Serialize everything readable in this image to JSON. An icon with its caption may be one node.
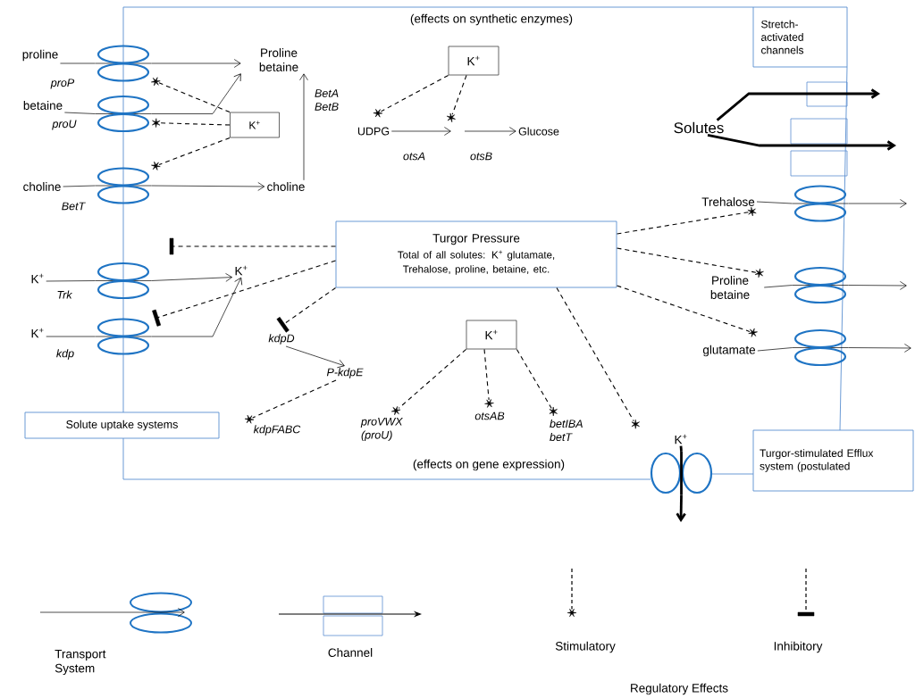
{
  "diagram": {
    "nodes": [
      {
        "text": [
          "proline"
        ]
      },
      {
        "text": [
          "Proline betaine"
        ]
      },
      {
        "text": [
          "betaine"
        ]
      },
      {
        "text": [
          "K$^{+}$"
        ]
      },
      {
        "text": [
          "choline"
        ]
      },
      {
        "text": [
          "choline"
        ]
      },
      {
        "text": [
          "K$^{+}$"
        ]
      },
      {
        "text": [
          "K$^{+}$"
        ]
      },
      {
        "text": [
          "K$^{+}$"
        ]
      },
      {
        "text": [
          "Turgor Pressure",
          "Total of all solutes: K$^{+}$ glutamate, Trehalose, proline, betaine, etc."
        ]
      },
      {
        "text": [
          "kdpD"
        ]
      },
      {
        "text": [
          "P-kdpE"
        ]
      },
      {
        "text": [
          "kdpFABC"
        ]
      },
      {
        "text": [
          "K$^{+}$"
        ]
      },
      {
        "text": [
          "proVWX (proU)"
        ]
      },
      {
        "text": [
          "otsAB"
        ]
      },
      {
        "text": [
          "betIBA betT"
        ]
      },
      {
        "text": [
          "K$^{+}$"
        ]
      },
      {
        "text": [
          "UDPG"
        ]
      },
      {
        "text": [
          "Glucose"
        ]
      },
      {
        "text": [
          "Stretch-activated channels"
        ]
      },
      {
        "text": [
          "Solutes"
        ]
      },
      {
        "text": [
          "Trehalose"
        ]
      },
      {
        "text": [
          "Proline betaine"
        ]
      },
      {
        "text": [
          "glutamate"
        ]
      },
      {
        "text": [
          "K$^{+}$"
        ]
      },
      {
        "text": [
          "Turgor-stimulated Efflux system (postulated"
        ]
      },
      {
        "text": [
          "Solute uptake systems"
        ]
      },
      {
        "text": [],
        "shape": "ellipse"
      },
      {
        "text": [],
        "shape": "ellipse"
      },
      {
        "text": [],
        "shape": "ellipse",
        "beside": [
          "BetT"
        ]
      },
      {
        "text": [],
        "shape": "ellipse",
        "beside": [
          "Trk"
        ]
      },
      {
        "text": [],
        "shape": "ellipse",
        "beside": [
          "kdp"
        ]
      },
      {
        "text": [],
        "shape": "ellipse"
      },
      {
        "text": [],
        "shape": "ellipse"
      },
      {
        "text": [],
        "shape": "ellipse"
      },
      {
        "text": [],
        "shape": "ellipse"
      }
    ],
    "edges": [
      {
        "from": 0,
        "to": 28,
        "arrow": "none"
      },
      {
        "from": 28,
        "to": 1,
        "arrow": "to"
      },
      {
        "from": 2,
        "to": 29,
        "arrow": "none"
      },
      {
        "from": 29,
        "to": 1,
        "arrow": "to"
      },
      {
        "from": 4,
        "to": 30,
        "arrow": "none"
      },
      {
        "from": 30,
        "to": 5,
        "arrow": "to"
      },
      {
        "from": 5,
        "to": 1,
        "arrow": "to",
        "label": "BetA BetB"
      },
      {
        "from": 6,
        "to": 31,
        "arrow": "none"
      },
      {
        "from": 31,
        "to": 7,
        "arrow": "to"
      },
      {
        "from": 8,
        "to": 32,
        "arrow": "none"
      },
      {
        "from": 32,
        "to": 7,
        "arrow": "to"
      },
      {
        "from": 3,
        "to": 28,
        "arrow": "other",
        "style": "dashed"
      },
      {
        "from": 3,
        "to": 29,
        "arrow": "other",
        "style": "dashed"
      },
      {
        "from": 3,
        "to": 30,
        "arrow": "other",
        "style": "dashed"
      },
      {
        "from": 17,
        "to": 18,
        "arrow": "other",
        "style": "dashed"
      },
      {
        "from": 17,
        "to": null,
        "arrow": "other",
        "style": "dashed"
      },
      {
        "from": 18,
        "to": null,
        "arrow": "to",
        "label": "otsA"
      },
      {
        "from": null,
        "to": 19,
        "arrow": "to",
        "label": "otsB"
      },
      {
        "from": 9,
        "to": null,
        "arrow": "other",
        "style": "dashed"
      },
      {
        "from": 9,
        "to": 32,
        "arrow": "other",
        "style": "dashed"
      },
      {
        "from": 9,
        "to": 10,
        "arrow": "other",
        "style": "dashed"
      },
      {
        "from": 10,
        "to": 11,
        "arrow": "to"
      },
      {
        "from": 11,
        "to": 12,
        "arrow": "other",
        "style": "dashed"
      },
      {
        "from": 13,
        "to": 14,
        "arrow": "other",
        "style": "dashed"
      },
      {
        "from": 13,
        "to": 15,
        "arrow": "other",
        "style": "dashed"
      },
      {
        "from": 13,
        "to": 16,
        "arrow": "other",
        "style": "dashed"
      },
      {
        "from": 9,
        "to": 22,
        "arrow": "other",
        "style": "dashed"
      },
      {
        "from": 9,
        "to": 23,
        "arrow": "other",
        "style": "dashed"
      },
      {
        "from": 9,
        "to": 24,
        "arrow": "other",
        "style": "dashed"
      },
      {
        "from": 9,
        "to": null,
        "arrow": "other",
        "style": "dashed"
      },
      {
        "from": 21,
        "to": null,
        "arrow": "to",
        "style": "thick"
      },
      {
        "from": 21,
        "to": null,
        "arrow": "to",
        "style": "thick"
      },
      {
        "from": 22,
        "to": 33,
        "arrow": "none"
      },
      {
        "from": 33,
        "to": null,
        "arrow": "to"
      },
      {
        "from": 23,
        "to": 34,
        "arrow": "none"
      },
      {
        "from": 34,
        "to": null,
        "arrow": "to"
      },
      {
        "from": 24,
        "to": 35,
        "arrow": "none"
      },
      {
        "from": 35,
        "to": null,
        "arrow": "to"
      },
      {
        "from": 25,
        "to": 36,
        "arrow": "none",
        "style": "thick"
      },
      {
        "from": 36,
        "to": null,
        "arrow": "to",
        "style": "thick"
      }
    ],
    "labels": [
      "(effects on synthetic enzymes)",
      "proP",
      "proU",
      "(effects on gene expression)",
      "Regulatory Effects"
    ],
    "legend": [
      {
        "text": "Transport System"
      },
      {
        "text": "Channel"
      },
      {
        "text": "Stimulatory"
      },
      {
        "text": "Inhibitory"
      }
    ]
  }
}
